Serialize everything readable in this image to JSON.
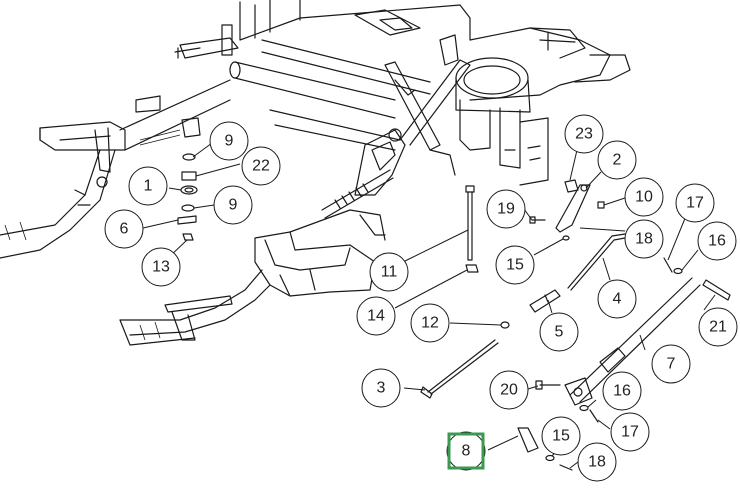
{
  "highlight_color": "#3a9a52",
  "highlighted_callout": "8",
  "callouts": [
    {
      "id": "c9a",
      "label": "9"
    },
    {
      "id": "c22",
      "label": "22"
    },
    {
      "id": "c1",
      "label": "1"
    },
    {
      "id": "c9b",
      "label": "9"
    },
    {
      "id": "c6",
      "label": "6"
    },
    {
      "id": "c13",
      "label": "13"
    },
    {
      "id": "c23",
      "label": "23"
    },
    {
      "id": "c2",
      "label": "2"
    },
    {
      "id": "c10",
      "label": "10"
    },
    {
      "id": "c19",
      "label": "19"
    },
    {
      "id": "c17a",
      "label": "17"
    },
    {
      "id": "c16a",
      "label": "16"
    },
    {
      "id": "c18a",
      "label": "18"
    },
    {
      "id": "c15a",
      "label": "15"
    },
    {
      "id": "c11",
      "label": "11"
    },
    {
      "id": "c4",
      "label": "4"
    },
    {
      "id": "c14",
      "label": "14"
    },
    {
      "id": "c12",
      "label": "12"
    },
    {
      "id": "c5",
      "label": "5"
    },
    {
      "id": "c21",
      "label": "21"
    },
    {
      "id": "c7",
      "label": "7"
    },
    {
      "id": "c3",
      "label": "3"
    },
    {
      "id": "c20",
      "label": "20"
    },
    {
      "id": "c16b",
      "label": "16"
    },
    {
      "id": "c15b",
      "label": "15"
    },
    {
      "id": "c17b",
      "label": "17"
    },
    {
      "id": "c8",
      "label": "8"
    },
    {
      "id": "c18b",
      "label": "18"
    }
  ]
}
